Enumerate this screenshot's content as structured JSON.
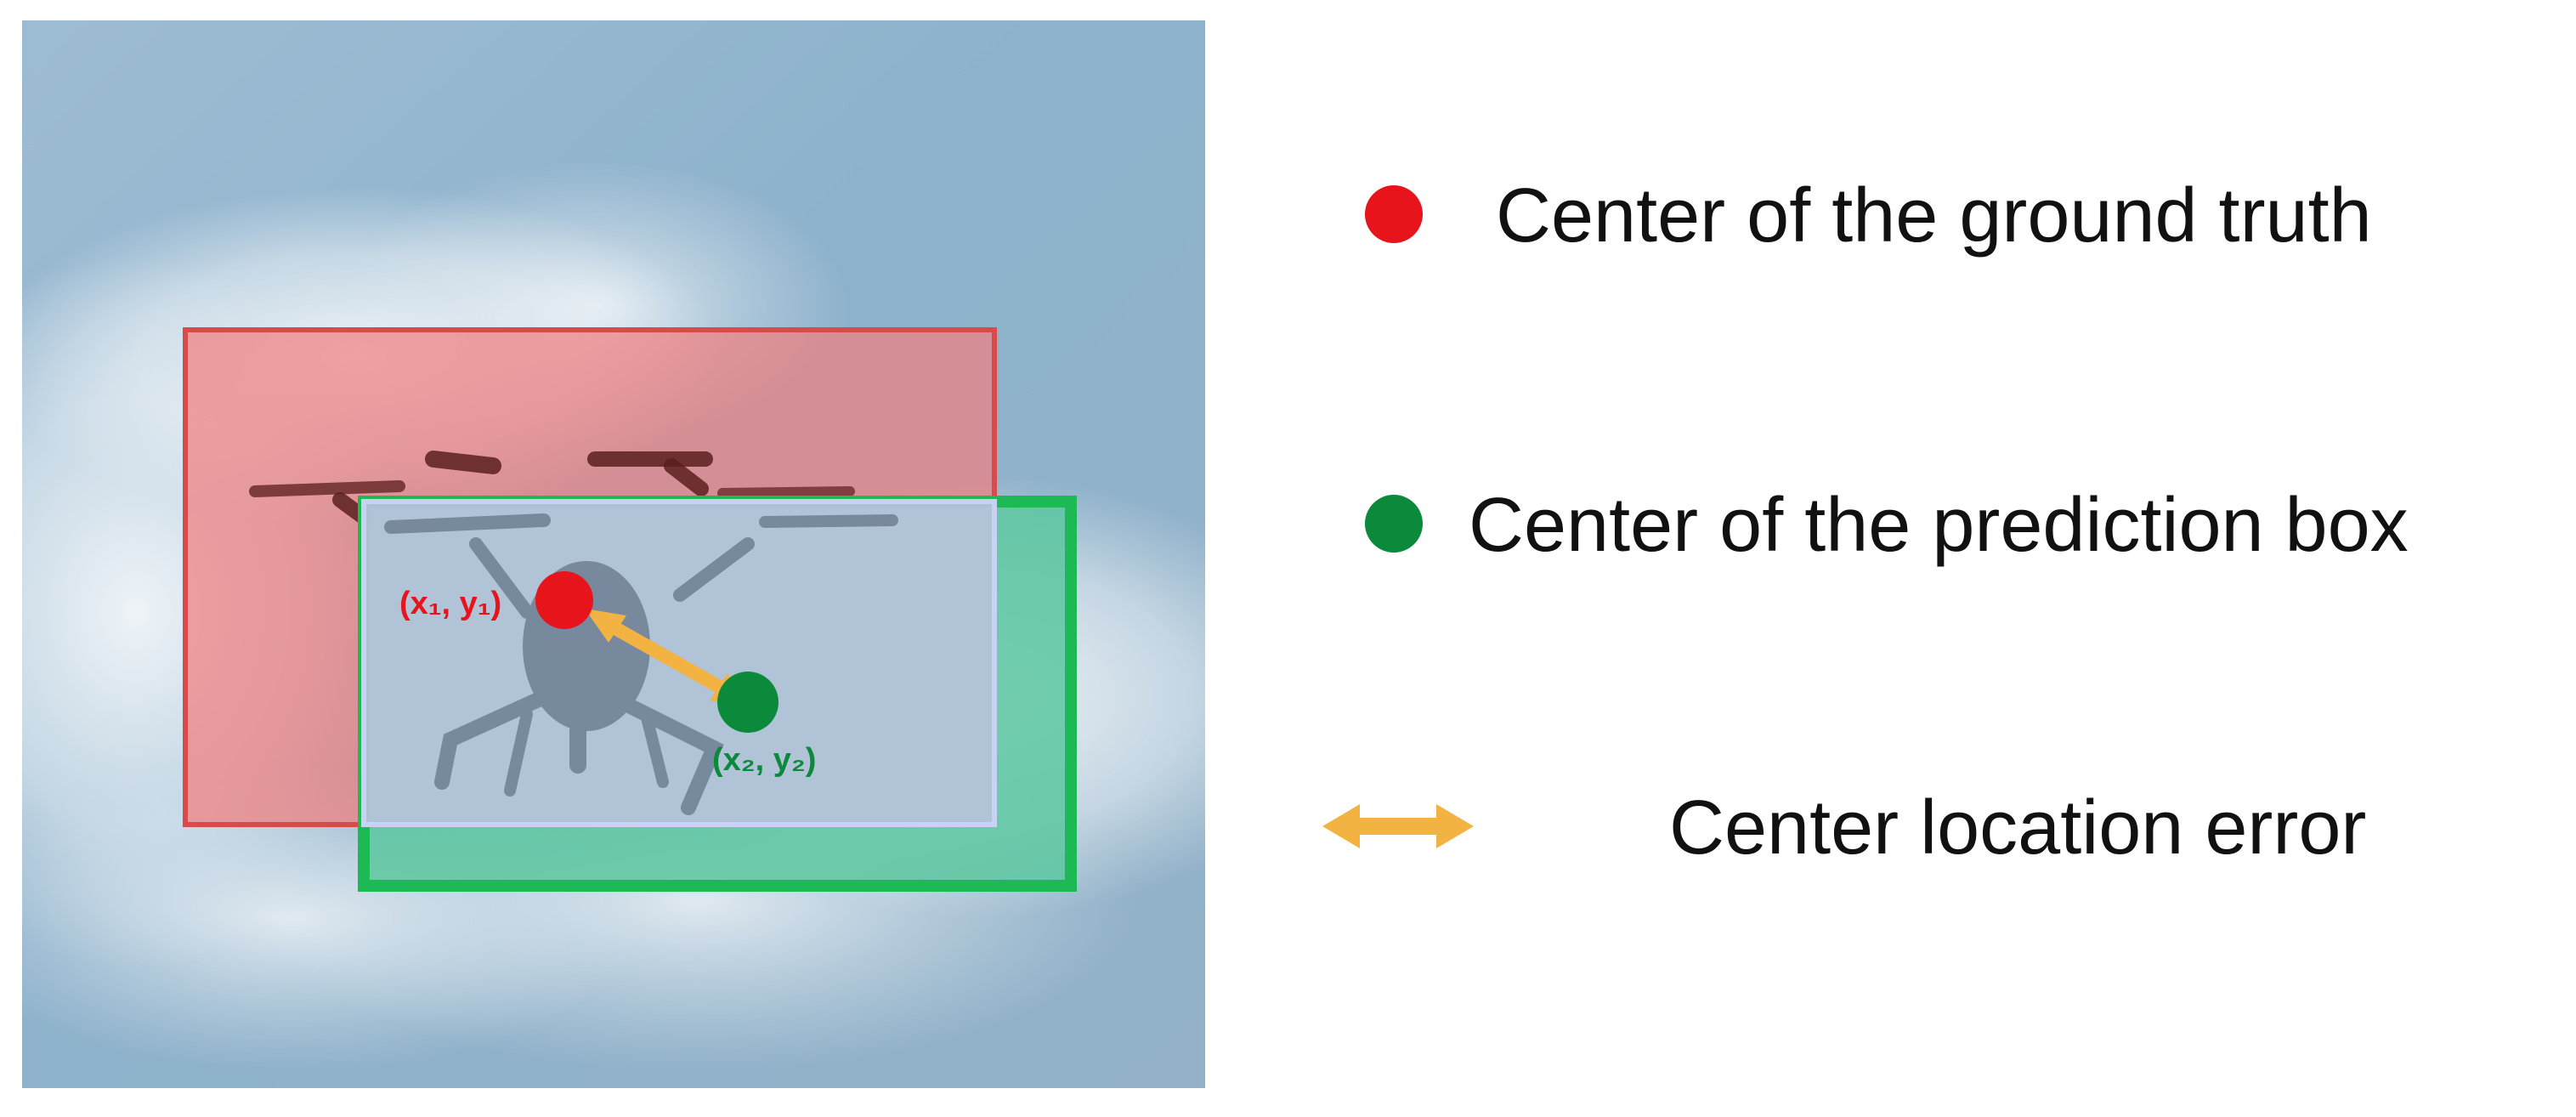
{
  "diagram": {
    "ground_truth_label": "(x₁, y₁)",
    "prediction_label": "(x₂, y₂)",
    "legend": {
      "ground_truth_center": "Center of the ground truth",
      "prediction_center": "Center of the prediction box",
      "center_location_error": "Center location error"
    },
    "colors": {
      "ground_truth": "#e8141c",
      "prediction": "#0a8a3a",
      "prediction_box_outline": "#1db954",
      "error_arrow": "#f2b342",
      "sky": "#8fb3cd"
    }
  }
}
